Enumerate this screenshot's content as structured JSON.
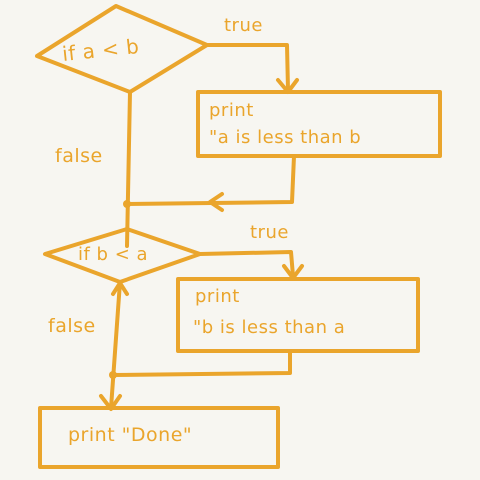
{
  "flowchart": {
    "decision_1": {
      "text": "if a < b"
    },
    "action_1": {
      "line1": "print",
      "line2": "\"a is less than b"
    },
    "decision_2": {
      "text": "if b < a"
    },
    "action_2": {
      "line1": "print",
      "line2": "\"b is less than a"
    },
    "final_action": {
      "text": "print \"Done\""
    },
    "edges": {
      "d1_true": "true",
      "d1_false": "false",
      "d2_true": "true",
      "d2_false": "false"
    },
    "ink_color": "#eaa52c",
    "paper_color": "#f7f6f1"
  }
}
